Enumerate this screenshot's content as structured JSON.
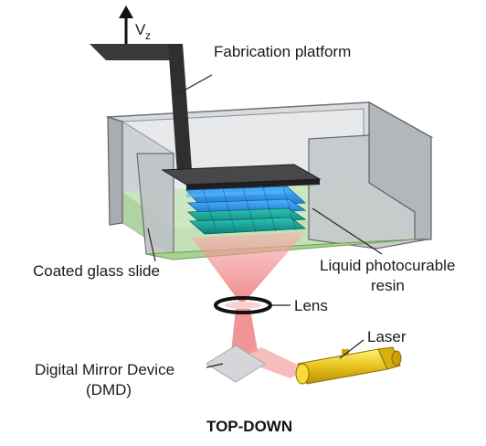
{
  "labels": {
    "velocity": "V",
    "velocity_sub": "z",
    "platform": "Fabrication platform",
    "glass_slide": "Coated glass slide",
    "resin_line1": "Liquid photocurable",
    "resin_line2": "resin",
    "lens": "Lens",
    "laser": "Laser",
    "dmd_line1": "Digital Mirror Device",
    "dmd_line2": "(DMD)",
    "title": "TOP-DOWN"
  },
  "colors": {
    "platform": "#3a3a3c",
    "vat_wall": "#b9bcc0",
    "vat_inner": "#e2e4e6",
    "resin": "#cfe8c2",
    "layer_blue": "#1f8fe0",
    "layer_teal": "#12a39a",
    "beam": "#f08a8a",
    "laser_body": "#e8c21a",
    "dmd": "#d4d6d9"
  }
}
